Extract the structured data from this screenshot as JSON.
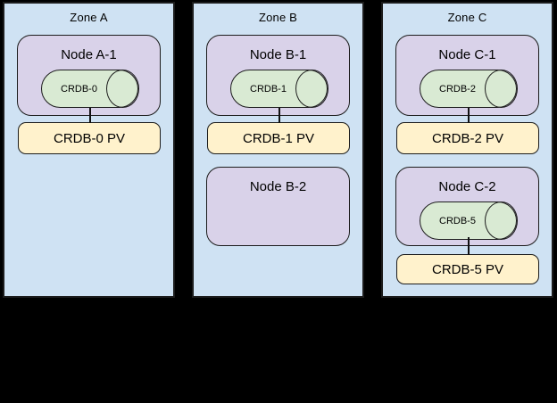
{
  "colors": {
    "background": "#000000",
    "line": "#1c1c1c",
    "zone_fill": "#cfe2f3",
    "node_fill": "#d9d2e9",
    "cylinder_fill": "#d9ead3",
    "pv_fill": "#fff2cc",
    "text": "#000000"
  },
  "zones": [
    {
      "label": "Zone A",
      "nodes": [
        {
          "label": "Node A-1",
          "pod": "CRDB-0",
          "pv": "CRDB-0 PV"
        }
      ]
    },
    {
      "label": "Zone B",
      "nodes": [
        {
          "label": "Node B-1",
          "pod": "CRDB-1",
          "pv": "CRDB-1 PV"
        },
        {
          "label": "Node B-2"
        }
      ]
    },
    {
      "label": "Zone C",
      "nodes": [
        {
          "label": "Node C-1",
          "pod": "CRDB-2",
          "pv": "CRDB-2 PV"
        },
        {
          "label": "Node C-2",
          "pod": "CRDB-5",
          "pv": "CRDB-5 PV"
        }
      ]
    }
  ]
}
